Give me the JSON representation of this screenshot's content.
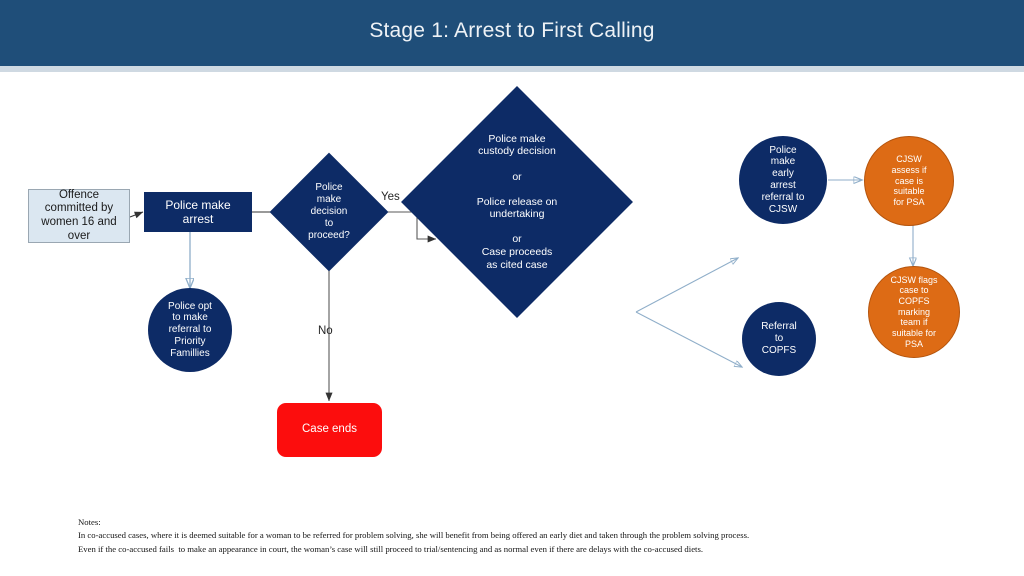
{
  "header": {
    "title": "Stage 1: Arrest to First Calling",
    "bar_color": "#1f4e79",
    "accent_color": "#cfd9e2"
  },
  "palette": {
    "navy": "#0d2b66",
    "orange": "#dd6b15",
    "red": "#fc0d0d",
    "pale_blue": "#dbe7f1",
    "connector_blue": "#8faec9",
    "connector_gray": "#595959"
  },
  "flowchart": {
    "type": "flowchart",
    "nodes": [
      {
        "id": "offence",
        "label": "Offence\ncommitted by\nwomen 16 and\nover",
        "shape": "rectangle",
        "color": "#dbe7f1"
      },
      {
        "id": "police-arrest",
        "label": "Police make\narrest",
        "shape": "rectangle",
        "color": "#0d2b66"
      },
      {
        "id": "priority-fams",
        "label": "Police opt\nto make\nreferral to\nPriority\nFamillies",
        "shape": "circle",
        "color": "#0d2b66"
      },
      {
        "id": "decision",
        "label": "Police\nmake\ndecision\nto\nproceed?",
        "shape": "diamond",
        "color": "#0d2b66"
      },
      {
        "id": "case-ends",
        "label": "Case ends",
        "shape": "rounded-rect",
        "color": "#fc0d0d"
      },
      {
        "id": "custody",
        "label": "Police make\ncustody decision\n\nor\n\nPolice release on\nundertaking\n\nor\nCase proceeds\nas cited case",
        "shape": "diamond",
        "color": "#0d2b66"
      },
      {
        "id": "early-referral",
        "label": "Police\nmake\nearly\narrest\nreferral to\nCJSW",
        "shape": "circle",
        "color": "#0d2b66"
      },
      {
        "id": "referral-copfs",
        "label": "Referral\nto\nCOPFS",
        "shape": "circle",
        "color": "#0d2b66"
      },
      {
        "id": "cjsw-assess",
        "label": "CJSW\nassess if\ncase is\nsuitable\nfor PSA",
        "shape": "circle",
        "color": "#dd6b15"
      },
      {
        "id": "cjsw-flags",
        "label": "CJSW  flags\ncase to\nCOPFS\nmarking\nteam if\nsuitable for\nPSA",
        "shape": "circle",
        "color": "#dd6b15"
      }
    ],
    "edges": [
      {
        "from": "offence",
        "to": "police-arrest",
        "label": ""
      },
      {
        "from": "police-arrest",
        "to": "decision",
        "label": ""
      },
      {
        "from": "police-arrest",
        "to": "priority-fams",
        "label": ""
      },
      {
        "from": "decision",
        "to": "custody",
        "label": "Yes"
      },
      {
        "from": "decision",
        "to": "case-ends",
        "label": "No"
      },
      {
        "from": "custody",
        "to": "early-referral",
        "label": ""
      },
      {
        "from": "custody",
        "to": "referral-copfs",
        "label": ""
      },
      {
        "from": "early-referral",
        "to": "cjsw-assess",
        "label": ""
      },
      {
        "from": "cjsw-assess",
        "to": "cjsw-flags",
        "label": ""
      }
    ],
    "edge_labels": {
      "yes": "Yes",
      "no": "No"
    }
  },
  "notes": {
    "heading": "Notes:",
    "lines": [
      "In co-accused cases, where it is deemed suitable for a woman to be referred for problem solving, she will benefit from being offered an early diet and taken through the problem solving process.",
      "Even if the co-accused fails  to make an appearance in court, the woman’s case will still proceed to trial/sentencing and as normal even if there are delays with the co-accused diets."
    ]
  }
}
